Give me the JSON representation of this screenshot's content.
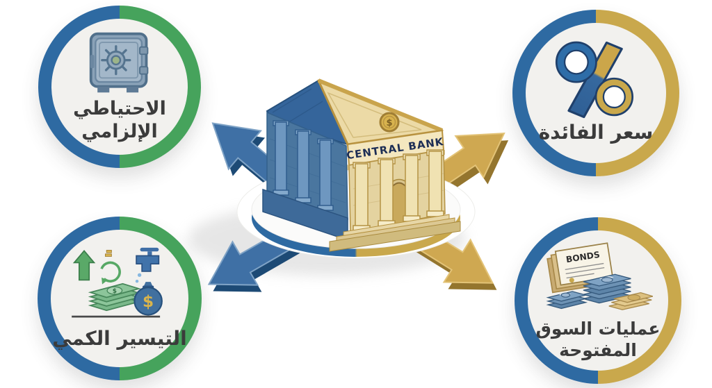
{
  "canvas": {
    "background": "#ffffff"
  },
  "colors": {
    "blue": "#2e6aa2",
    "green": "#46a35c",
    "gold": "#c9a84c",
    "blue_arrow_side": "#1d4a75",
    "gold_arrow_side": "#94752e",
    "label_text": "#3b3b3b",
    "building_text": "#1d2e55",
    "circle_fill": "#f2f1ee"
  },
  "center": {
    "building_label": "CENTRAL BANK",
    "medallion_symbol": "$"
  },
  "nodes": {
    "required_reserve": {
      "line1": "الاحتياطي",
      "line2": "الإلزامي",
      "icon": "safe-vault"
    },
    "interest_rate": {
      "label": "سعر الفائدة",
      "icon": "percent-sign"
    },
    "quantitative_easing": {
      "label": "التيسير الكمي",
      "icon": "money-faucet",
      "dollar": "$"
    },
    "open_market_operations": {
      "line1": "عمليات السوق",
      "line2": "المفتوحة",
      "icon": "bonds-cash",
      "certificate_label": "BONDS"
    }
  }
}
